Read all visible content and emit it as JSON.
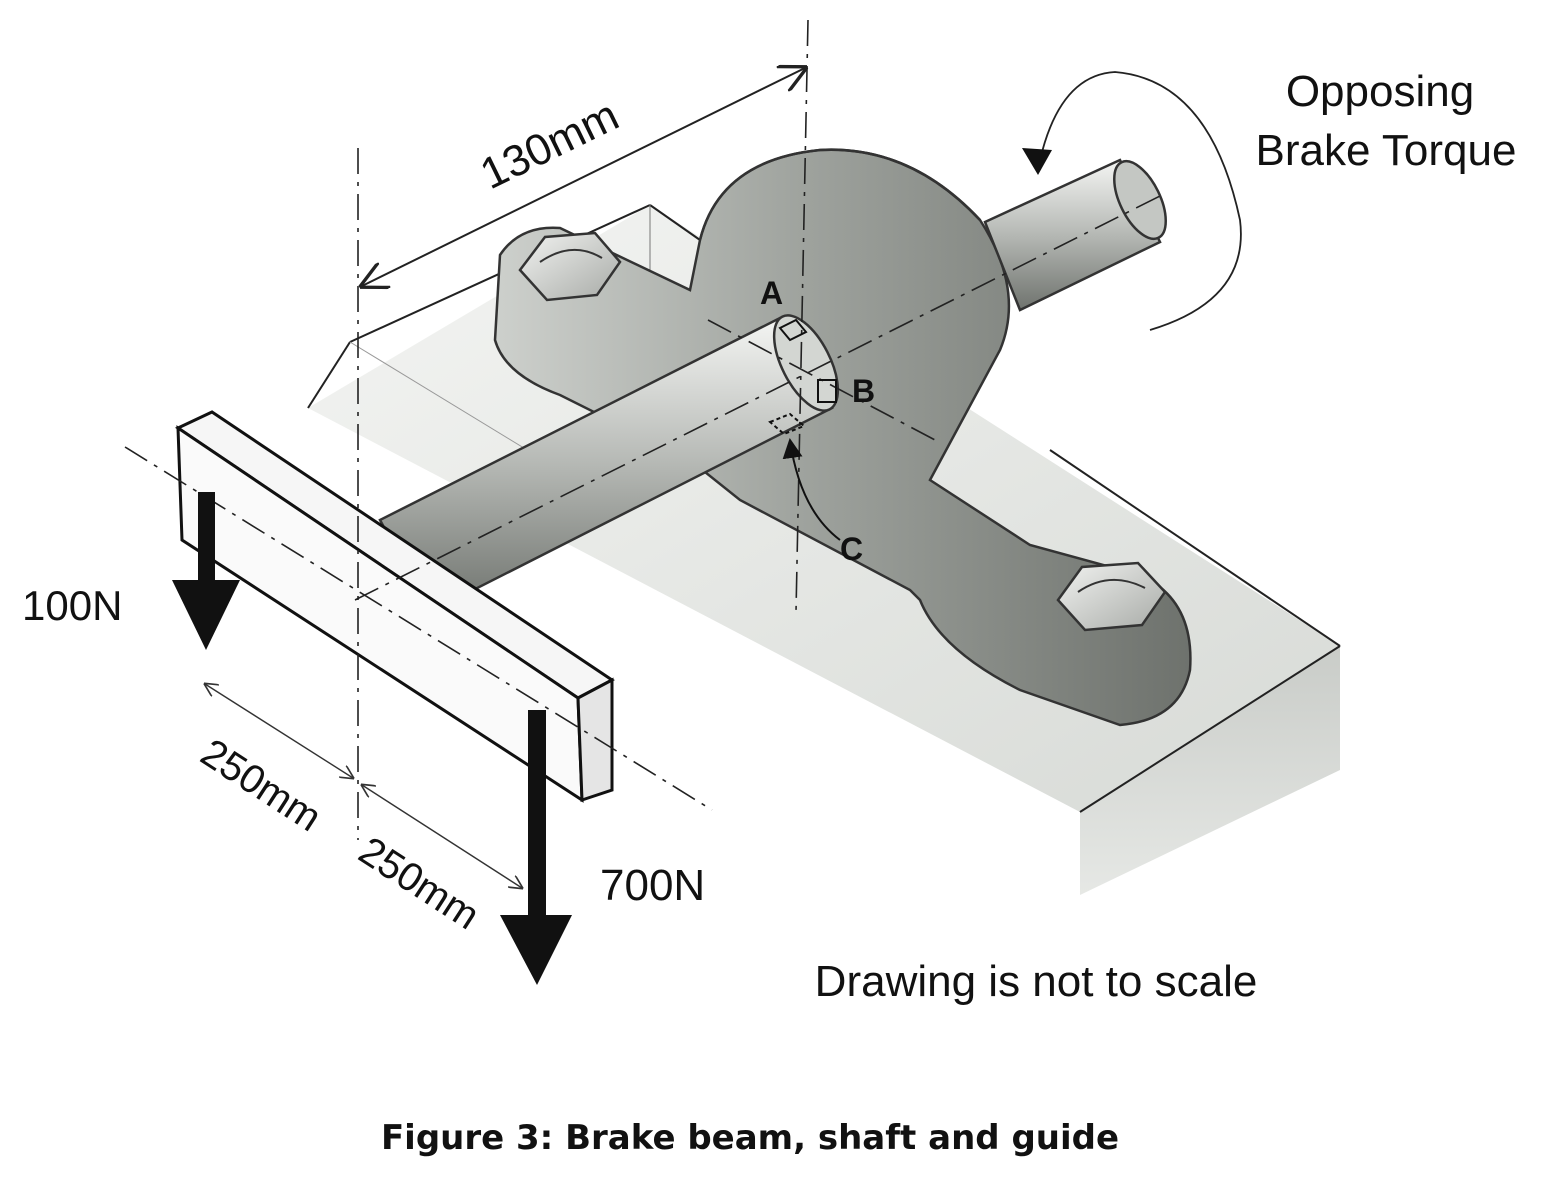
{
  "figure": {
    "caption": "Figure 3: Brake beam, shaft and guide",
    "note": "Drawing is not to scale"
  },
  "labels": {
    "torque_line1": "Opposing",
    "torque_line2": "Brake Torque",
    "dim_shaft": "130mm",
    "dim_left": "250mm",
    "dim_right": "250mm",
    "force_left": "100N",
    "force_right": "700N",
    "point_a": "A",
    "point_b": "B",
    "point_c": "C"
  }
}
